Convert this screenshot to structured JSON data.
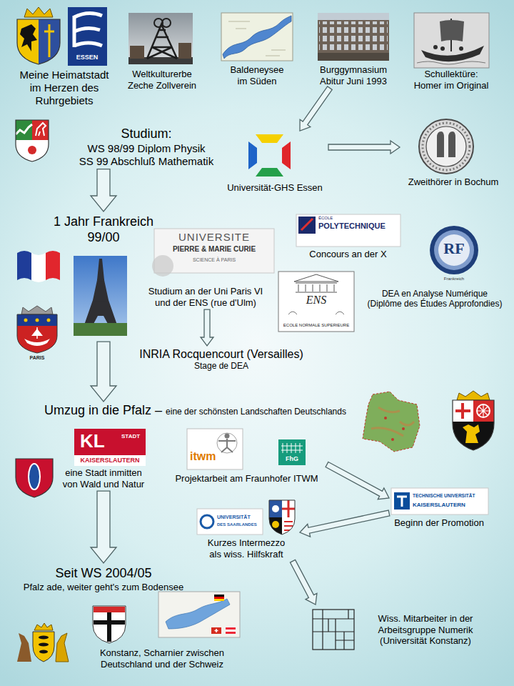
{
  "diagram": {
    "nodes": [
      {
        "text": [
          "Meine Heimatstadt im Herzen des Ruhrgebiets"
        ]
      },
      {
        "text": [
          "Weltkulturerbe Zeche Zollverein"
        ]
      },
      {
        "text": [
          "Baldeneysee im Süden"
        ]
      },
      {
        "text": [
          "Burggymnasium Abitur Juni 1993"
        ]
      },
      {
        "text": [
          "Schullektüre: Homer im Original"
        ]
      },
      {
        "text": [
          "Studium:",
          "WS 98/99 Diplom Physik",
          "SS 99 Abschluß Mathematik"
        ]
      },
      {
        "text": [
          "Universität-GHS Essen"
        ]
      },
      {
        "text": [
          "Zweithörer in Bochum"
        ]
      },
      {
        "text": [
          "1 Jahr Frankreich",
          "99/00"
        ]
      },
      {
        "text": [
          "Studium an der Uni Paris VI und der ENS (rue d'Ulm)"
        ]
      },
      {
        "text": [
          "Concours an der X"
        ]
      },
      {
        "text": [
          "DEA en Analyse Numérique",
          "(Diplôme des Études Approfondies)"
        ]
      },
      {
        "text": [
          "INRIA Rocquencourt (Versailles)",
          "Stage de DEA"
        ]
      },
      {
        "text": [
          "Umzug in die Pfalz –",
          "eine der schönsten Landschaften Deutschlands"
        ]
      },
      {
        "text": [
          "eine Stadt inmitten von Wald und Natur"
        ]
      },
      {
        "text": [
          "Projektarbeit am Fraunhofer ITWM"
        ]
      },
      {
        "text": [
          "Beginn der Promotion"
        ]
      },
      {
        "text": [
          "Kurzes Intermezzo als wiss. Hilfskraft"
        ]
      },
      {
        "text": [
          "Seit WS 2004/05",
          "Pfalz ade, weiter geht's zum Bodensee"
        ]
      },
      {
        "text": [
          "Konstanz, Scharnier zwischen Deutschland und der Schweiz"
        ]
      },
      {
        "text": [
          "Wiss. Mitarbeiter in der Arbeitsgruppe Numerik (Universität Konstanz)"
        ]
      }
    ],
    "edges": [
      {
        "from": 3,
        "to": 6,
        "arrow": "to"
      },
      {
        "from": 6,
        "to": 7,
        "arrow": "to"
      },
      {
        "from": 5,
        "to": 8,
        "arrow": "to"
      },
      {
        "from": 9,
        "to": 12,
        "arrow": "to"
      },
      {
        "from": 8,
        "to": 13,
        "arrow": "to"
      },
      {
        "from": 15,
        "to": 16,
        "arrow": "to"
      },
      {
        "from": 16,
        "to": 17,
        "arrow": "to"
      },
      {
        "from": 14,
        "to": 18,
        "arrow": "to"
      },
      {
        "from": 17,
        "to": 20,
        "arrow": "to"
      }
    ],
    "labels": [
      "ESSEN",
      "PARIS",
      "UNIVERSITE",
      "PIERRE & MARIE CURIE",
      "SCIENCE À PARIS",
      "ÉCOLE",
      "POLYTECHNIQUE",
      "RF",
      "Frankreich",
      "ENS",
      "ECOLE NORMALE SUPERIEURE",
      "KL",
      "STADT",
      "KAISERSLAUTERN",
      "itwm",
      "FhG",
      "TECHNISCHE UNIVERSITÄT",
      "KAISERSLAUTERN",
      "UNIVERSITÄT",
      "DES SAARLANDES"
    ]
  }
}
